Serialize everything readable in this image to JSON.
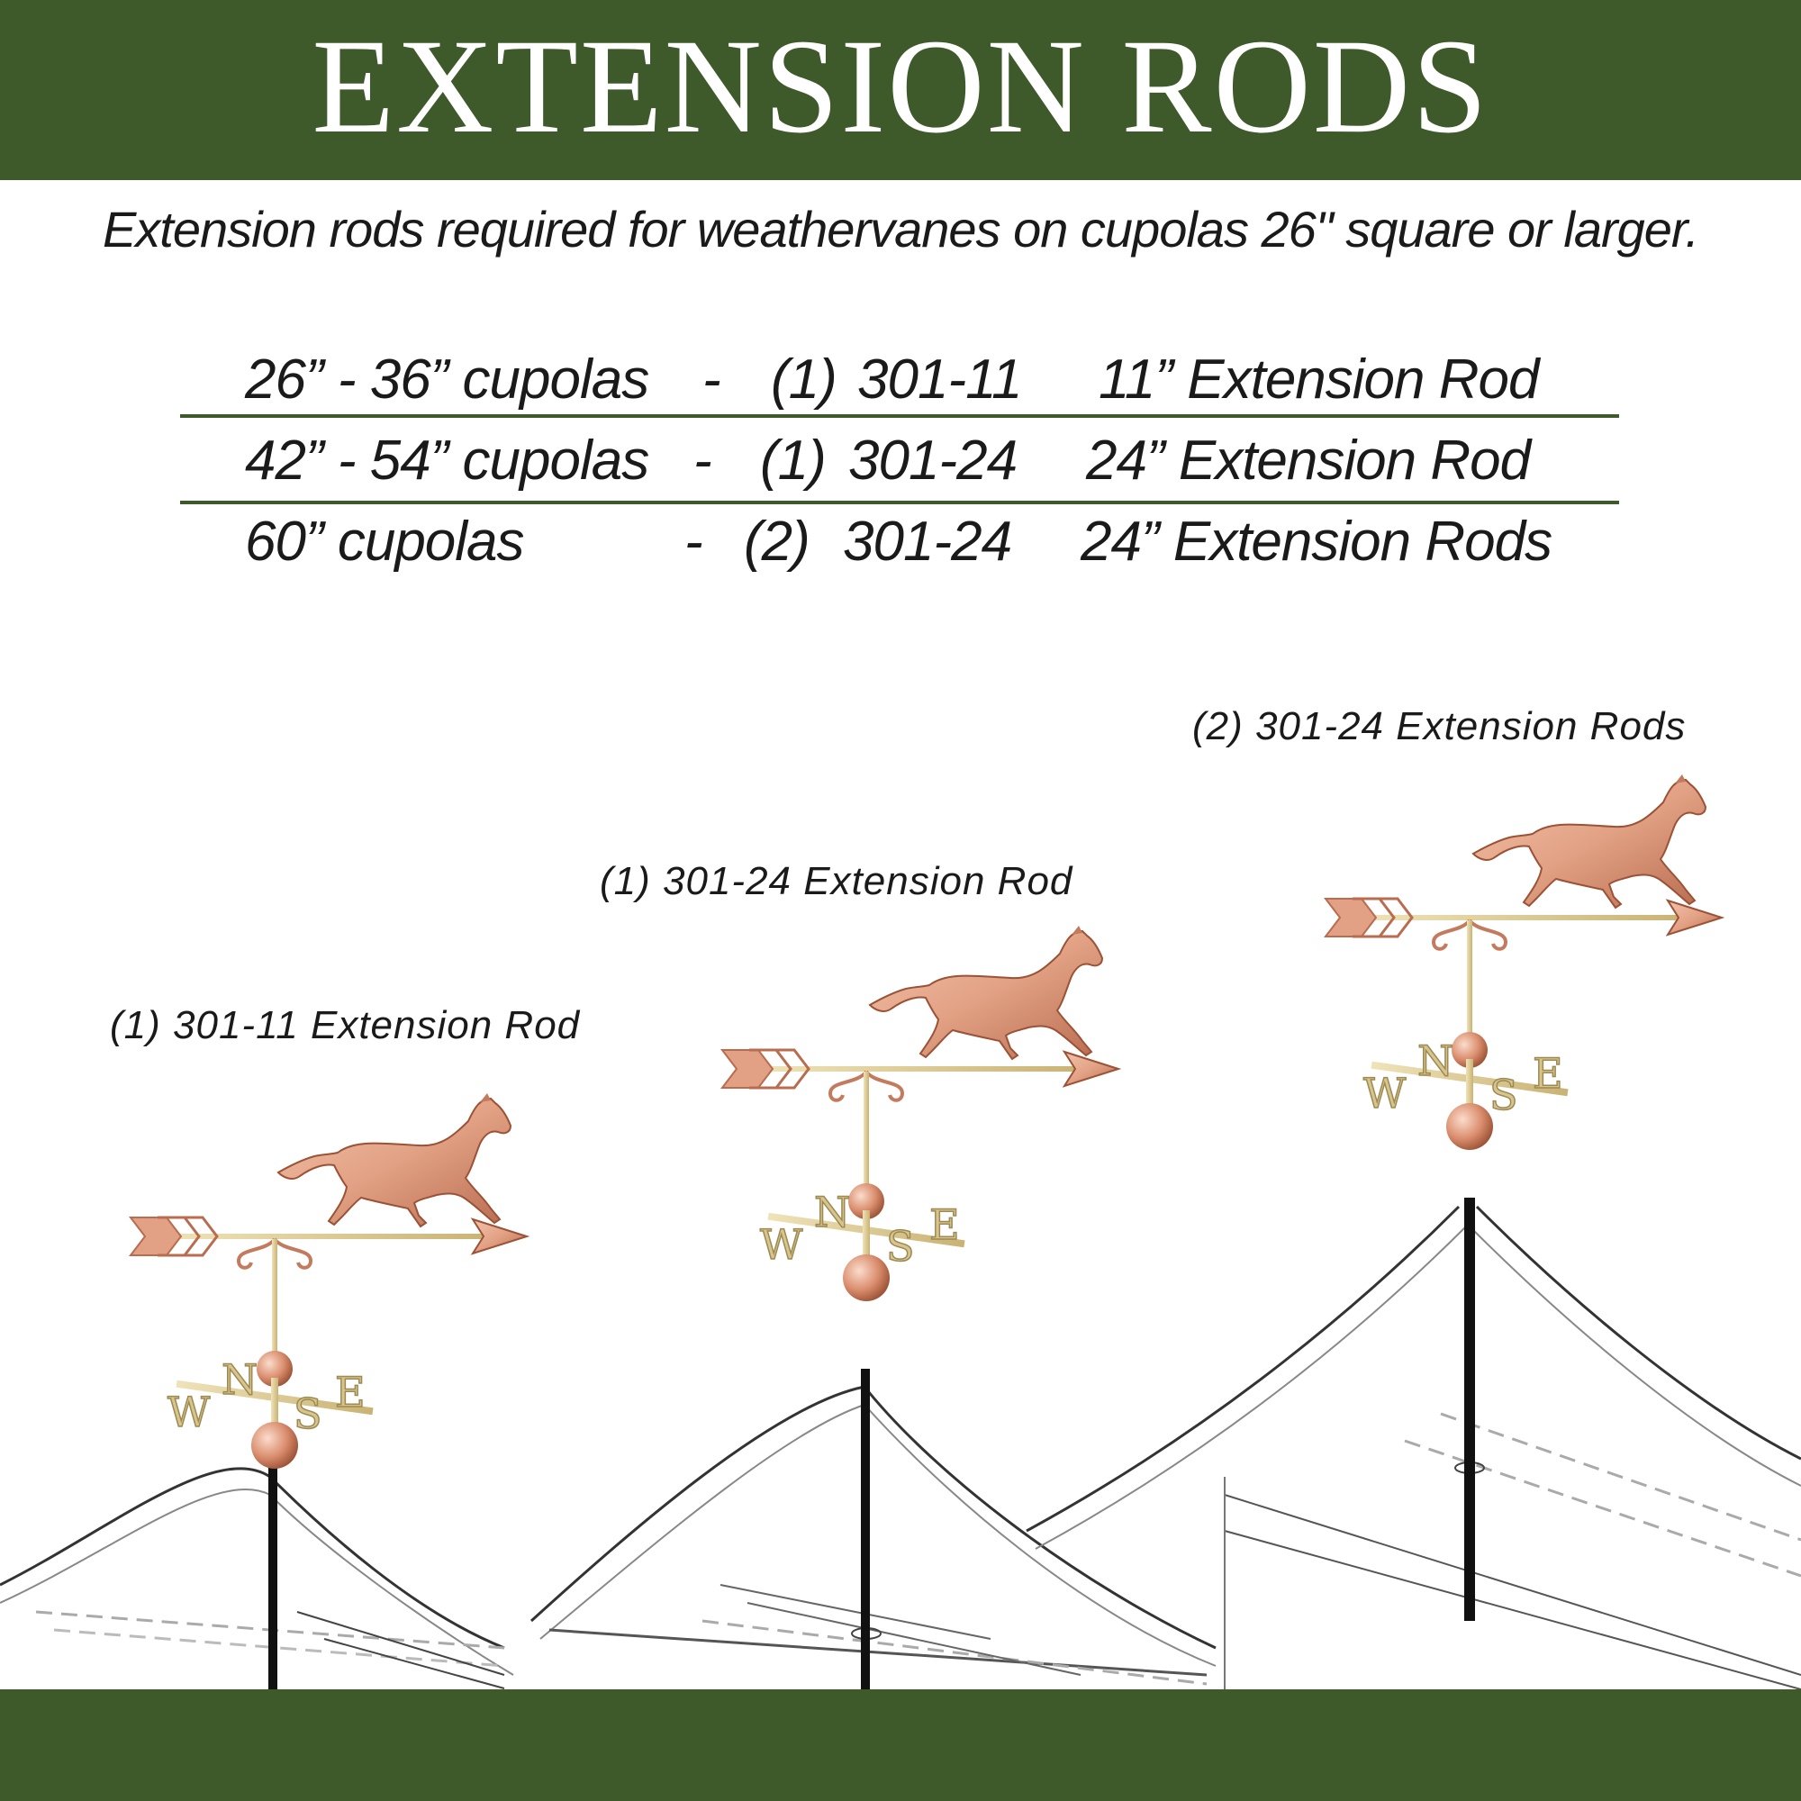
{
  "header": {
    "title": "EXTENSION RODS"
  },
  "subtitle": "Extension rods required for weathervanes on cupolas 26\" square or larger.",
  "table": {
    "rows": [
      {
        "size": "26” - 36” cupolas",
        "dash": "-",
        "qty": "(1)",
        "part": "301-11",
        "desc": "11” Extension Rod"
      },
      {
        "size": "42” - 54” cupolas",
        "dash": "-",
        "qty": "(1)",
        "part": "301-24",
        "desc": "24” Extension Rod"
      },
      {
        "size": "60”  cupolas",
        "dash": "-",
        "qty": "(2)",
        "part": "301-24",
        "desc": "24” Extension Rods"
      }
    ]
  },
  "captions": {
    "small": "(1) 301-11 Extension Rod",
    "medium": "(1) 301-24 Extension Rod",
    "large": "(2) 301-24 Extension Rods"
  },
  "vane_letters": {
    "n": "N",
    "s": "S",
    "e": "E",
    "w": "W"
  },
  "colors": {
    "brand_green": "#3e5a2a",
    "copper": "#e2a184",
    "brass": "#d8c58d",
    "rod": "#111111"
  }
}
